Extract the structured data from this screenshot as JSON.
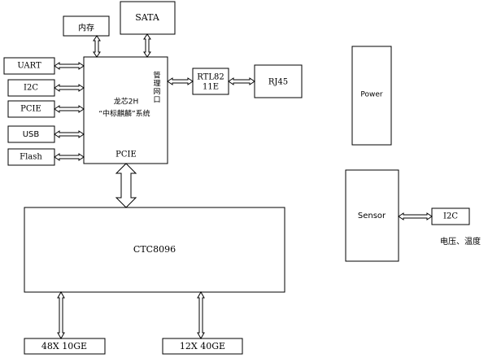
{
  "blocks": {
    "memory": "内存",
    "sata": "SATA",
    "uart": "UART",
    "i2c_left": "I2C",
    "pcie_left": "PCIE",
    "usb": "USB",
    "flash": "Flash",
    "cpu_line1": "龙芯2H",
    "cpu_line2": "“中标麒麟”系统",
    "cpu_pcie": "PCIE",
    "mgmt_port": [
      "管",
      "理",
      "网",
      "口"
    ],
    "rtl_line1": "RTL82",
    "rtl_line2": "11E",
    "rj45": "RJ45",
    "power": "Power",
    "switch_chip": "CTC8096",
    "port_10ge": "48X 10GE",
    "port_40ge": "12X 40GE",
    "sensor": "Sensor",
    "i2c_right": "I2C",
    "sensor_note": "电压、温度"
  }
}
